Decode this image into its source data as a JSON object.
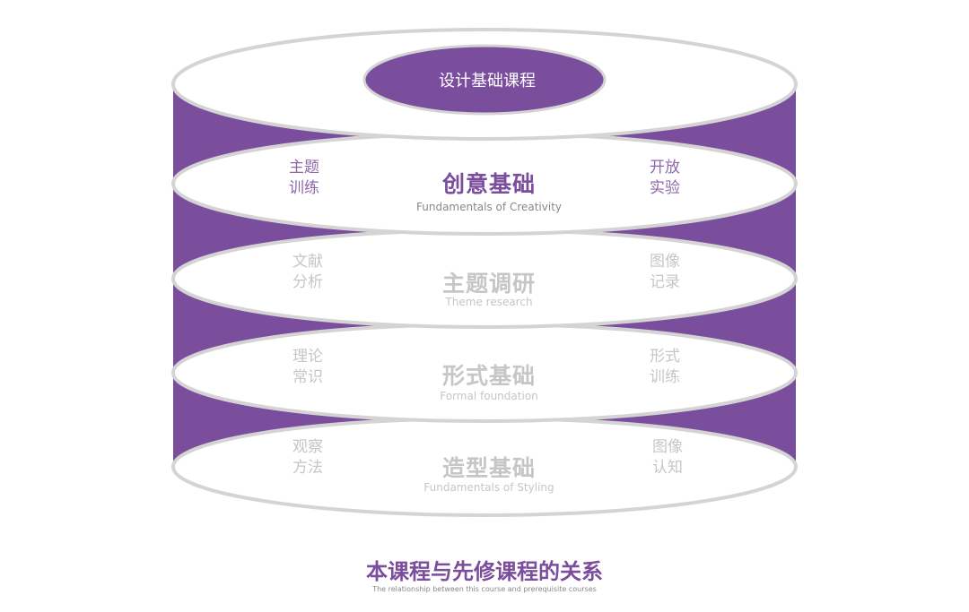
{
  "colors": {
    "accent": "#7b4d9d",
    "disk_stroke": "#d4d4d4",
    "muted": "#c6c6c6"
  },
  "top": {
    "label": "设计基础课程"
  },
  "layers": [
    {
      "title": "创意基础",
      "subtitle": "Fundamentals of Creativity",
      "left": [
        "主题",
        "训练"
      ],
      "right": [
        "开放",
        "实验"
      ]
    },
    {
      "title": "主题调研",
      "subtitle": "Theme research",
      "left": [
        "文献",
        "分析"
      ],
      "right": [
        "图像",
        "记录"
      ]
    },
    {
      "title": "形式基础",
      "subtitle": "Formal foundation",
      "left": [
        "理论",
        "常识"
      ],
      "right": [
        "形式",
        "训练"
      ]
    },
    {
      "title": "造型基础",
      "subtitle": "Fundamentals of Styling",
      "left": [
        "观察",
        "方法"
      ],
      "right": [
        "图像",
        "认知"
      ]
    }
  ],
  "caption": {
    "title": "本课程与先修课程的关系",
    "subtitle": "The relationship between this course and prerequisite courses"
  }
}
